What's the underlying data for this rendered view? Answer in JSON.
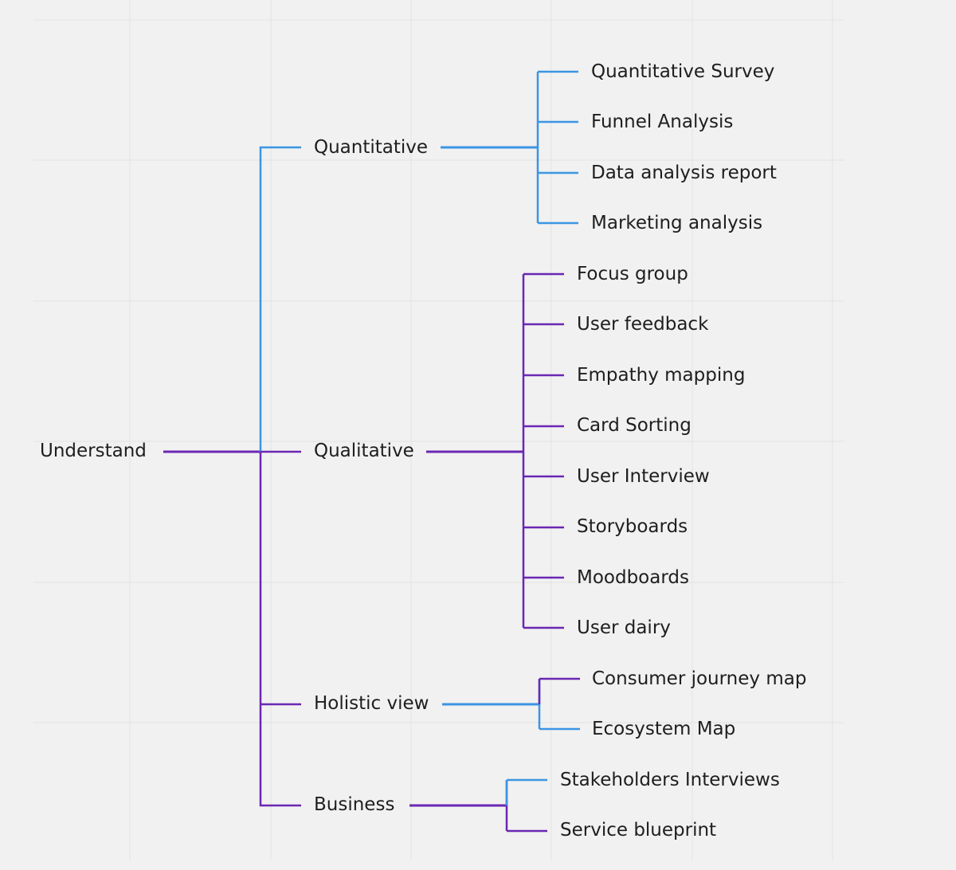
{
  "colors": {
    "background": "#f1f1f1",
    "grid": "#e2e2e2",
    "blue": "#3b95e3",
    "purple": "#6a27b3",
    "text": "#1e1e1e"
  },
  "root": {
    "label": "Understand",
    "color": "purple"
  },
  "branches": [
    {
      "label": "Quantitative",
      "color": "blue",
      "children": [
        "Quantitative Survey",
        "Funnel Analysis",
        "Data analysis report",
        "Marketing analysis"
      ],
      "child_colors": [
        "blue",
        "blue",
        "blue",
        "blue"
      ]
    },
    {
      "label": "Qualitative",
      "color": "purple",
      "children": [
        "Focus group",
        "User feedback",
        "Empathy mapping",
        "Card Sorting",
        "User Interview",
        "Storyboards",
        "Moodboards",
        "User dairy"
      ],
      "child_colors": [
        "purple",
        "purple",
        "purple",
        "purple",
        "purple",
        "purple",
        "purple",
        "purple"
      ]
    },
    {
      "label": "Holistic view",
      "color": "purple",
      "children": [
        "Consumer journey map",
        "Ecosystem Map"
      ],
      "child_colors": [
        "purple",
        "blue"
      ]
    },
    {
      "label": "Business",
      "color": "purple",
      "children": [
        "Stakeholders Interviews",
        "Service blueprint"
      ],
      "child_colors": [
        "blue",
        "purple"
      ]
    }
  ]
}
